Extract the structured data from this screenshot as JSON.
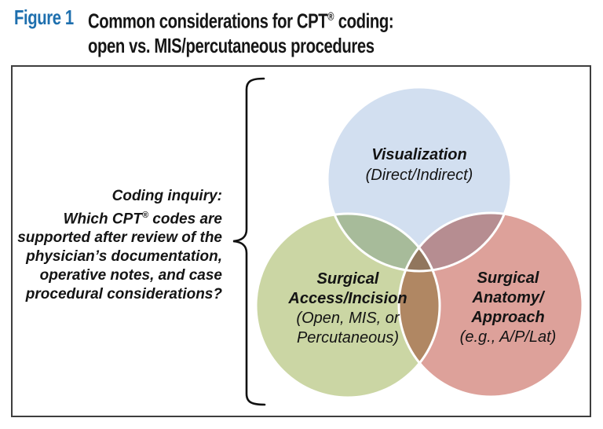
{
  "header": {
    "figure_label": "Figure 1",
    "title_part1": "Common considerations for CPT",
    "title_reg": "®",
    "title_part2": " coding:",
    "title_line2": "open vs. MIS/percutaneous procedures"
  },
  "annotation": {
    "line1": "Coding inquiry:",
    "line2_part1": "Which CPT",
    "line2_reg": "®",
    "line2_part2": " codes are",
    "line3": "supported after review of the",
    "line4": "physician’s documentation,",
    "line5": "operative notes, and case",
    "line6": "procedural considerations?"
  },
  "venn": {
    "visualization": {
      "line1": "Visualization",
      "line2": "(Direct/Indirect)",
      "color": "#d2dff0"
    },
    "access": {
      "line1": "Surgical",
      "line2": "Access/Incision",
      "line3": "(Open, MIS, or",
      "line4": "Percutaneous)",
      "color": "#cbd6a4"
    },
    "anatomy": {
      "line1": "Surgical",
      "line2": "Anatomy/",
      "line3": "Approach",
      "line4": "(e.g., A/P/Lat)",
      "color": "#dda19a"
    }
  },
  "colors": {
    "figure_label_blue": "#1e6fae",
    "box_border": "#3e3e3e",
    "circle_outline": "#ffffff",
    "brace_stroke": "#111111",
    "text": "#141414"
  }
}
